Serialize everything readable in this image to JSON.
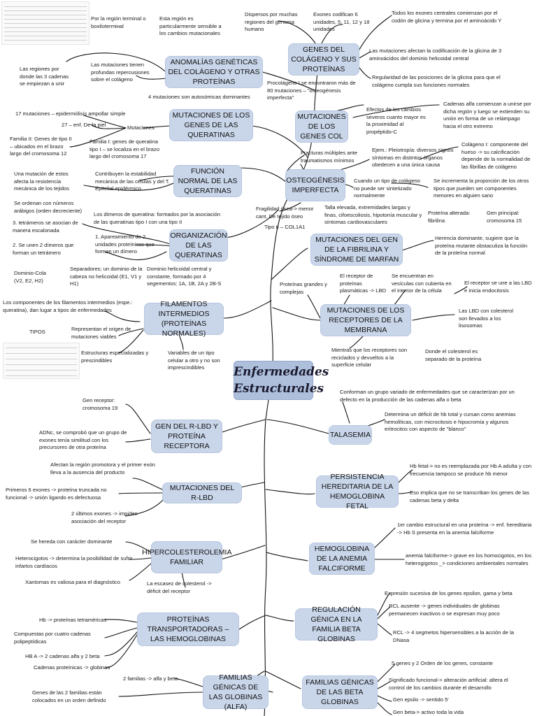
{
  "title": {
    "line1": "Enfermedades",
    "line2": "Estructurales"
  },
  "nodes": {
    "anomalias": "Anomalías genéticas del colágeno y otras proteínas",
    "genes_colageno": "Genes del colágeno y sus proteínas",
    "mut_queratinas": "Mutaciones de los genes de las queratinas",
    "mut_col": "Mutaciones de los genes COL",
    "funcion_queratinas": "Función normal de las queratinas",
    "osteogenesis": "Osteogénesis imperfecta",
    "organizacion": "Organización de las queratinas",
    "fibrilina": "Mutaciones del gen de la fibrilina y síndrome de Marfan",
    "filamentos": "Filamentos intermedios (proteínas normales)",
    "receptores": "Mutaciones de los receptores de la membrana",
    "gen_rlbd": "Gen del R-LBD y proteína receptora",
    "talasemia": "Talasemia",
    "mut_rlbd": "Mutaciones del R-LBD",
    "persistencia": "Persistencia hereditaria de la hemoglobina fetal",
    "hipercol": "Hipercolesterolemia familiar",
    "falciforme": "Hemoglobina de la anemia falciforme",
    "transportadoras": "Proteínas transportadoras – las hemoglobinas",
    "regulacion": "Regulación génica en la familia beta globinas",
    "fam_alfa": "Familias génicas de las globinas (alfa)",
    "fam_beta": "Familias génicas de las beta globinas"
  },
  "notes": {
    "n01": "Por la región terminal o boxilotermінal",
    "n02": "Esta región es particularmente sensible a los cambios mutacionales",
    "n03": "Dispersos por muchas regiones del genoma humano",
    "n04": "Exones codifican 6 unidades, 5, 11, 12 y 18 unidades",
    "n05": "Todos los exones centrales comienzan por el codón de glicina y termina por el aminoácido Y",
    "n06": "Las mutaciones afectan la codificación de la glicina de 3 aminoácidos del dominio helicoidal central",
    "n07": "Las regiones por donde las 3 cadenas se empiezan a unir",
    "n08": "Las mutaciones tienen profundas repercusiones sobre el colágeno",
    "n09": "Regularidad de las posiciones de la glicina para que el colágeno cumpla sus funciones normales",
    "n10": "Procolágeno I se encontraron más de 80 mutaciones – \"osteogénesis imperfecta\"",
    "n11": "4 mutaciones son autosómicas dominantes",
    "n12": "Efectos de los cambios severos cuanto mayor es la proximidad al propéptido-C",
    "n13": "Cadenas alfa comienzan a unirse por dicha región y luego se extienden su unión en forma de un relámpago hacia el otro extremo",
    "n14": "17 mutaciones – epidermólisis ampollar simple",
    "n15": "27 – enf. De la piel",
    "n16": "Mutaciones",
    "n17": "Familia II: Genes de tipo II – ubicados en el brazo largo del cromosoma 12",
    "n18": "Familia I: genes de queratina tipo I – se localiza en el brazo largo del cromosoma 17",
    "n19": "Fracturas múltiples ante traumatismos mínimos",
    "n20": "Ejem.: Pleiotropía: diversos signos síntomas en distintos órganos obedecen a una única causa",
    "n21": "Colágeno I: componente del hueso -> su calcificación depende de la normalidad de las fibrillas de colágeno",
    "n22": "Una mutación de estos afecta la resistencia mecánica de los tejidos epiteliales",
    "n23": "Contribuyen la estabilidad mecánica de las células y del T. Epitelial epidérmico",
    "n24": "Cuando un tipo de colágeno no puede ser sintetizado normalmente",
    "n25": "Se incrementa la proporción de los otros tipos que pueden ser componentes menores en alguien sano",
    "n26": "Se ordenan con números arábigos (orden decreciente)",
    "n27": "Los dímeros de queratina: formados por la asociación de las queratinas tipo I con una tipo II",
    "n28": "Fragilidad ósea-> menor cant. De tejido óseo",
    "n29": "Tipo II – COL1A1",
    "n30": "Talla elevada, extremidades largas y finas, cifoescoliosis, hipotonía muscular y síntomas cardiovasculares",
    "n31": "Proteína alterada: fibrilina",
    "n32": "Gen principal: cromosoma 15",
    "n33": "3. tetrámeros se asocian de manera escalonada",
    "n34": "1. Apareamiento de 2 unidades proteínicas que forman un dímero",
    "n35": "2. Se unen 2 dímeros que forman un tetrámero",
    "n36": "Herencia dominante, sugiere que la proteína mutante obstaculiza la función de la proteína normal",
    "n37": "Dominio-Cola (V2, E2, H2)",
    "n38": "Separadores; un dominio de la cabeza no helicoidal (E1, V1 y H1)",
    "n39": "Dominio helicoidal central y constante, formado por 4 segementos: 1A, 1B, 2A y 2B-S",
    "n40": "Proteínas grandes y complejas",
    "n41": "El receptor de proteínas plasmáticas -> LBD",
    "n42": "Se encuentran en vesículas con cubierta en el interior de la célula",
    "n43": "El receptor se une a las LBD e inicia endocitosis",
    "n44": "Los componentes de los filamentos intermedios (espe.: queratina), dan lugar a tipos de enfermedades",
    "n45": "TIPOS",
    "n46": "Representan el origen de mutaciones viables",
    "n47": "Las LBD con colesterol son llevados a los lisosomas",
    "n48": "Estructuras especializadas y prescindibles",
    "n49": "Variables de un tipo celular a otro y no son imprescindibles",
    "n50": "Mientras que los receptores son reciclados y devueltos a la superficie celular",
    "n51": "Donde el colesterol es separado de la proteína",
    "n52": "Gen receptor: cromosoma 19",
    "n53": "Conforman un grupo variado de enfermedades que se caracterizan por un defecto en la producción de las cadenas alfa o beta",
    "n54": "Determina un déficit de hb total y cursan como anemias hemolíticas, con microcitosis e hipocromía y algunos eritrocitos con aspecto de \"blanco\"",
    "n55": "ADNc, se comprobó que un grupo de exones tenía similitud con los precursores de otra proteína",
    "n56": "Afectan la región promotora y el primer exón lleva a la ausencia del producto",
    "n57": "Hb fetal-> no es reemplazada por Hb A adulta y con frecuencia tampoco se produce hb menor",
    "n58": "Primeros 6 exones -> proteína truncada no funcional -> unión ligando es defectuosa",
    "n59": "Eso implica que no se transcriban los genes de las cadenas beta y delta",
    "n60": "2 últimos exones -> impiden asociación del receptor",
    "n61": "1er cambio estructural en una proteína -> enf. hereditaria -> Hb S presenta en la anemia falciforme",
    "n62": "Se hereda con carácter dominante",
    "n63": "Heterocigotos -> determina la posibilidad de sufrir infartos cardíacos",
    "n64": "anemia falciforme-> grave en los homocigotos, en los heterogigotos _> condiciones ambientales normales",
    "n65": "Xantomas es valiosa para el diagnóstico",
    "n66": "La escasez de colesterol -> déficit del receptor",
    "n67": "Expresión sucesiva de los genes epsilon, gama y beta",
    "n68": "RCL ausente -> genes individuales de globinas permanecen inactivos o se expresan muy poco",
    "n69": "Hb -> proteínas tetraméricas",
    "n70": "Compuestas por cuatro cadenas polipeptídicas",
    "n71": "RCL -> 4 segmetos hipersensibles a la acción de la DNasa",
    "n72": "HB A -> 2 cadenas alfa y 2 beta",
    "n73": "Cadenas proteínicas -> globinas",
    "n74": "5 genes y 2 Orden de los genes, constante",
    "n75": "2 familias -> alfa y beta",
    "n76": "Significado funcional-> alteración artificial: altera el control de los cambios durante el desarrollo",
    "n77": "Genes de las 2 familias están colocados en un orden definido",
    "n78": "Gen epsilo -> sentido 5'",
    "n79": "Gen beta-> activo toda la vida"
  }
}
